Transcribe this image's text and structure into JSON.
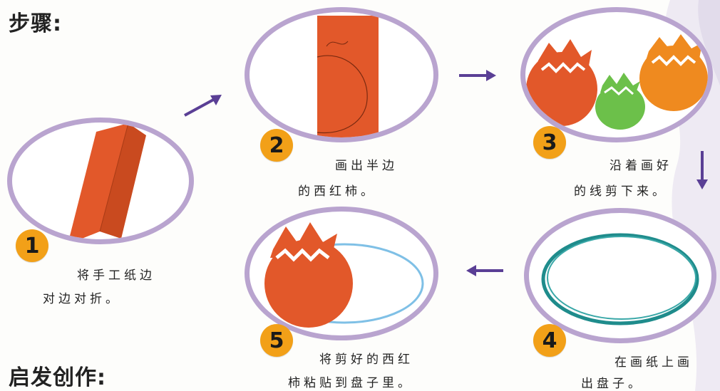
{
  "headings": {
    "steps": "步骤:",
    "create": "启发创作:"
  },
  "steps": [
    {
      "num": "1",
      "line1": "将手工纸边",
      "line2": "对边对折。"
    },
    {
      "num": "2",
      "line1": "画出半边",
      "line2": "的西红柿。"
    },
    {
      "num": "3",
      "line1": "沿着画好",
      "line2": "的线剪下来。"
    },
    {
      "num": "4",
      "line1": "在画纸上画",
      "line2": "出盘子。"
    },
    {
      "num": "5",
      "line1": "将剪好的西红",
      "line2": "柿粘贴到盘子里。"
    }
  ],
  "colors": {
    "oval_border": "#b9a4cf",
    "badge": "#f2a018",
    "arrow": "#5a3f95",
    "paper": "#e8552a"
  }
}
